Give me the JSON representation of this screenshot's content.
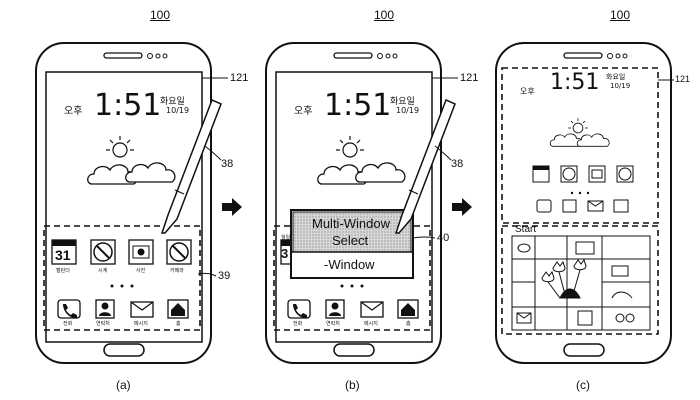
{
  "figure_ref": "100",
  "labels": {
    "display": "121",
    "pen": "38",
    "launcher_region": "39",
    "popup": "40"
  },
  "status": {
    "ampm": "오후",
    "time": "1:51",
    "weekday": "화요일",
    "date": "10/19"
  },
  "apps": [
    {
      "name": "calendar",
      "label": "캘린더",
      "value": "31"
    },
    {
      "name": "clock",
      "label": "시계"
    },
    {
      "name": "camera",
      "label": "사진"
    },
    {
      "name": "no-entry",
      "label": "카메라"
    }
  ],
  "dock": [
    {
      "name": "phone",
      "label": "전화"
    },
    {
      "name": "contacts",
      "label": "연락처"
    },
    {
      "name": "message",
      "label": "메시지"
    },
    {
      "name": "home",
      "label": "홈"
    }
  ],
  "popup": {
    "line1": "Multi-Window",
    "line2": "Select",
    "line3": "-Window",
    "peek_label": "월일",
    "peek_value": "3"
  },
  "panel_c": {
    "start_label": "Start"
  },
  "captions": [
    "(a)",
    "(b)",
    "(c)"
  ]
}
